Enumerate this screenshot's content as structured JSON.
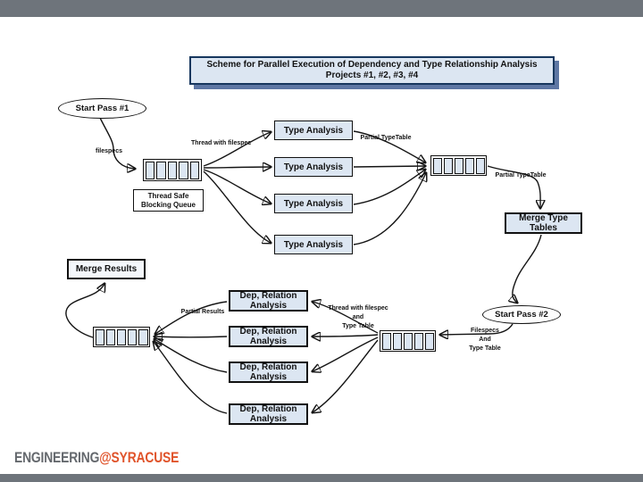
{
  "slide": {
    "title_line1": "Scheme for Parallel Execution of Dependency and Type Relationship Analysis",
    "title_line2": "Projects #1, #2, #3, #4"
  },
  "nodes": {
    "start_pass_1": "Start Pass #1",
    "start_pass_2": "Start Pass #2",
    "type_analysis": [
      "Type Analysis",
      "Type Analysis",
      "Type Analysis",
      "Type Analysis"
    ],
    "dep_relation": [
      {
        "line1": "Dep, Relation",
        "line2": "Analysis"
      },
      {
        "line1": "Dep, Relation",
        "line2": "Analysis"
      },
      {
        "line1": "Dep, Relation",
        "line2": "Analysis"
      },
      {
        "line1": "Dep, Relation",
        "line2": "Analysis"
      }
    ],
    "merge_type_tables": {
      "line1": "Merge Type",
      "line2": "Tables"
    },
    "merge_results": "Merge Results",
    "blocking_queue_caption": {
      "line1": "Thread Safe",
      "line2": "Blocking Queue"
    }
  },
  "edge_labels": {
    "filespecs": "filespecs",
    "thread_with_filespec": "Thread with filespec",
    "partial_typetable_top": "Partial TypeTable",
    "partial_typetable_right": "Partial TypeTable",
    "thread_filespec_type_table": {
      "line1": "Thread with filespec",
      "line2": "and",
      "line3": "Type Table"
    },
    "filespecs_and_type_table": {
      "line1": "Filespecs",
      "line2": "And",
      "line3": "Type Table"
    },
    "partial_results": "Partial Results"
  },
  "footer": {
    "logo_gray_text": "ENGINEERING",
    "logo_orange_text": "@SYRACUSE"
  },
  "colors": {
    "frame_bar": "#6e747b",
    "node_fill": "#dce6f2",
    "title_border": "#17375e",
    "title_shadow": "#5e77a4",
    "logo_gray": "#64686d",
    "logo_orange": "#e0532a"
  }
}
